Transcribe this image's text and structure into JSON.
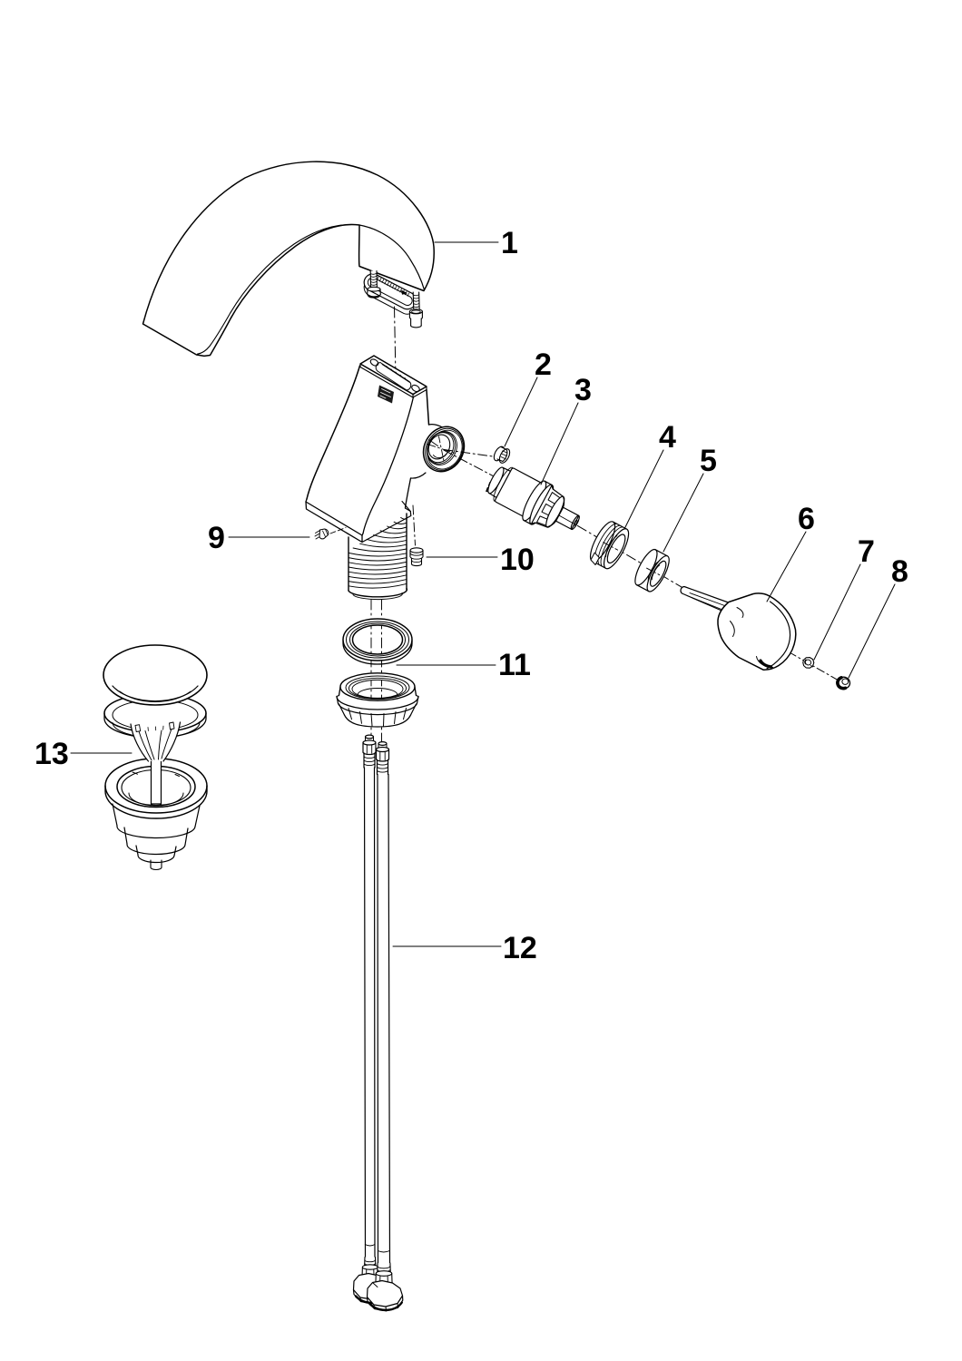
{
  "diagram": {
    "kind": "exploded-parts-diagram",
    "subject": "single-lever-basin-faucet",
    "background_color": "#ffffff",
    "line_color": "#000000",
    "callouts": [
      "1",
      "2",
      "3",
      "4",
      "5",
      "6",
      "7",
      "8",
      "9",
      "10",
      "11",
      "12",
      "13"
    ]
  }
}
